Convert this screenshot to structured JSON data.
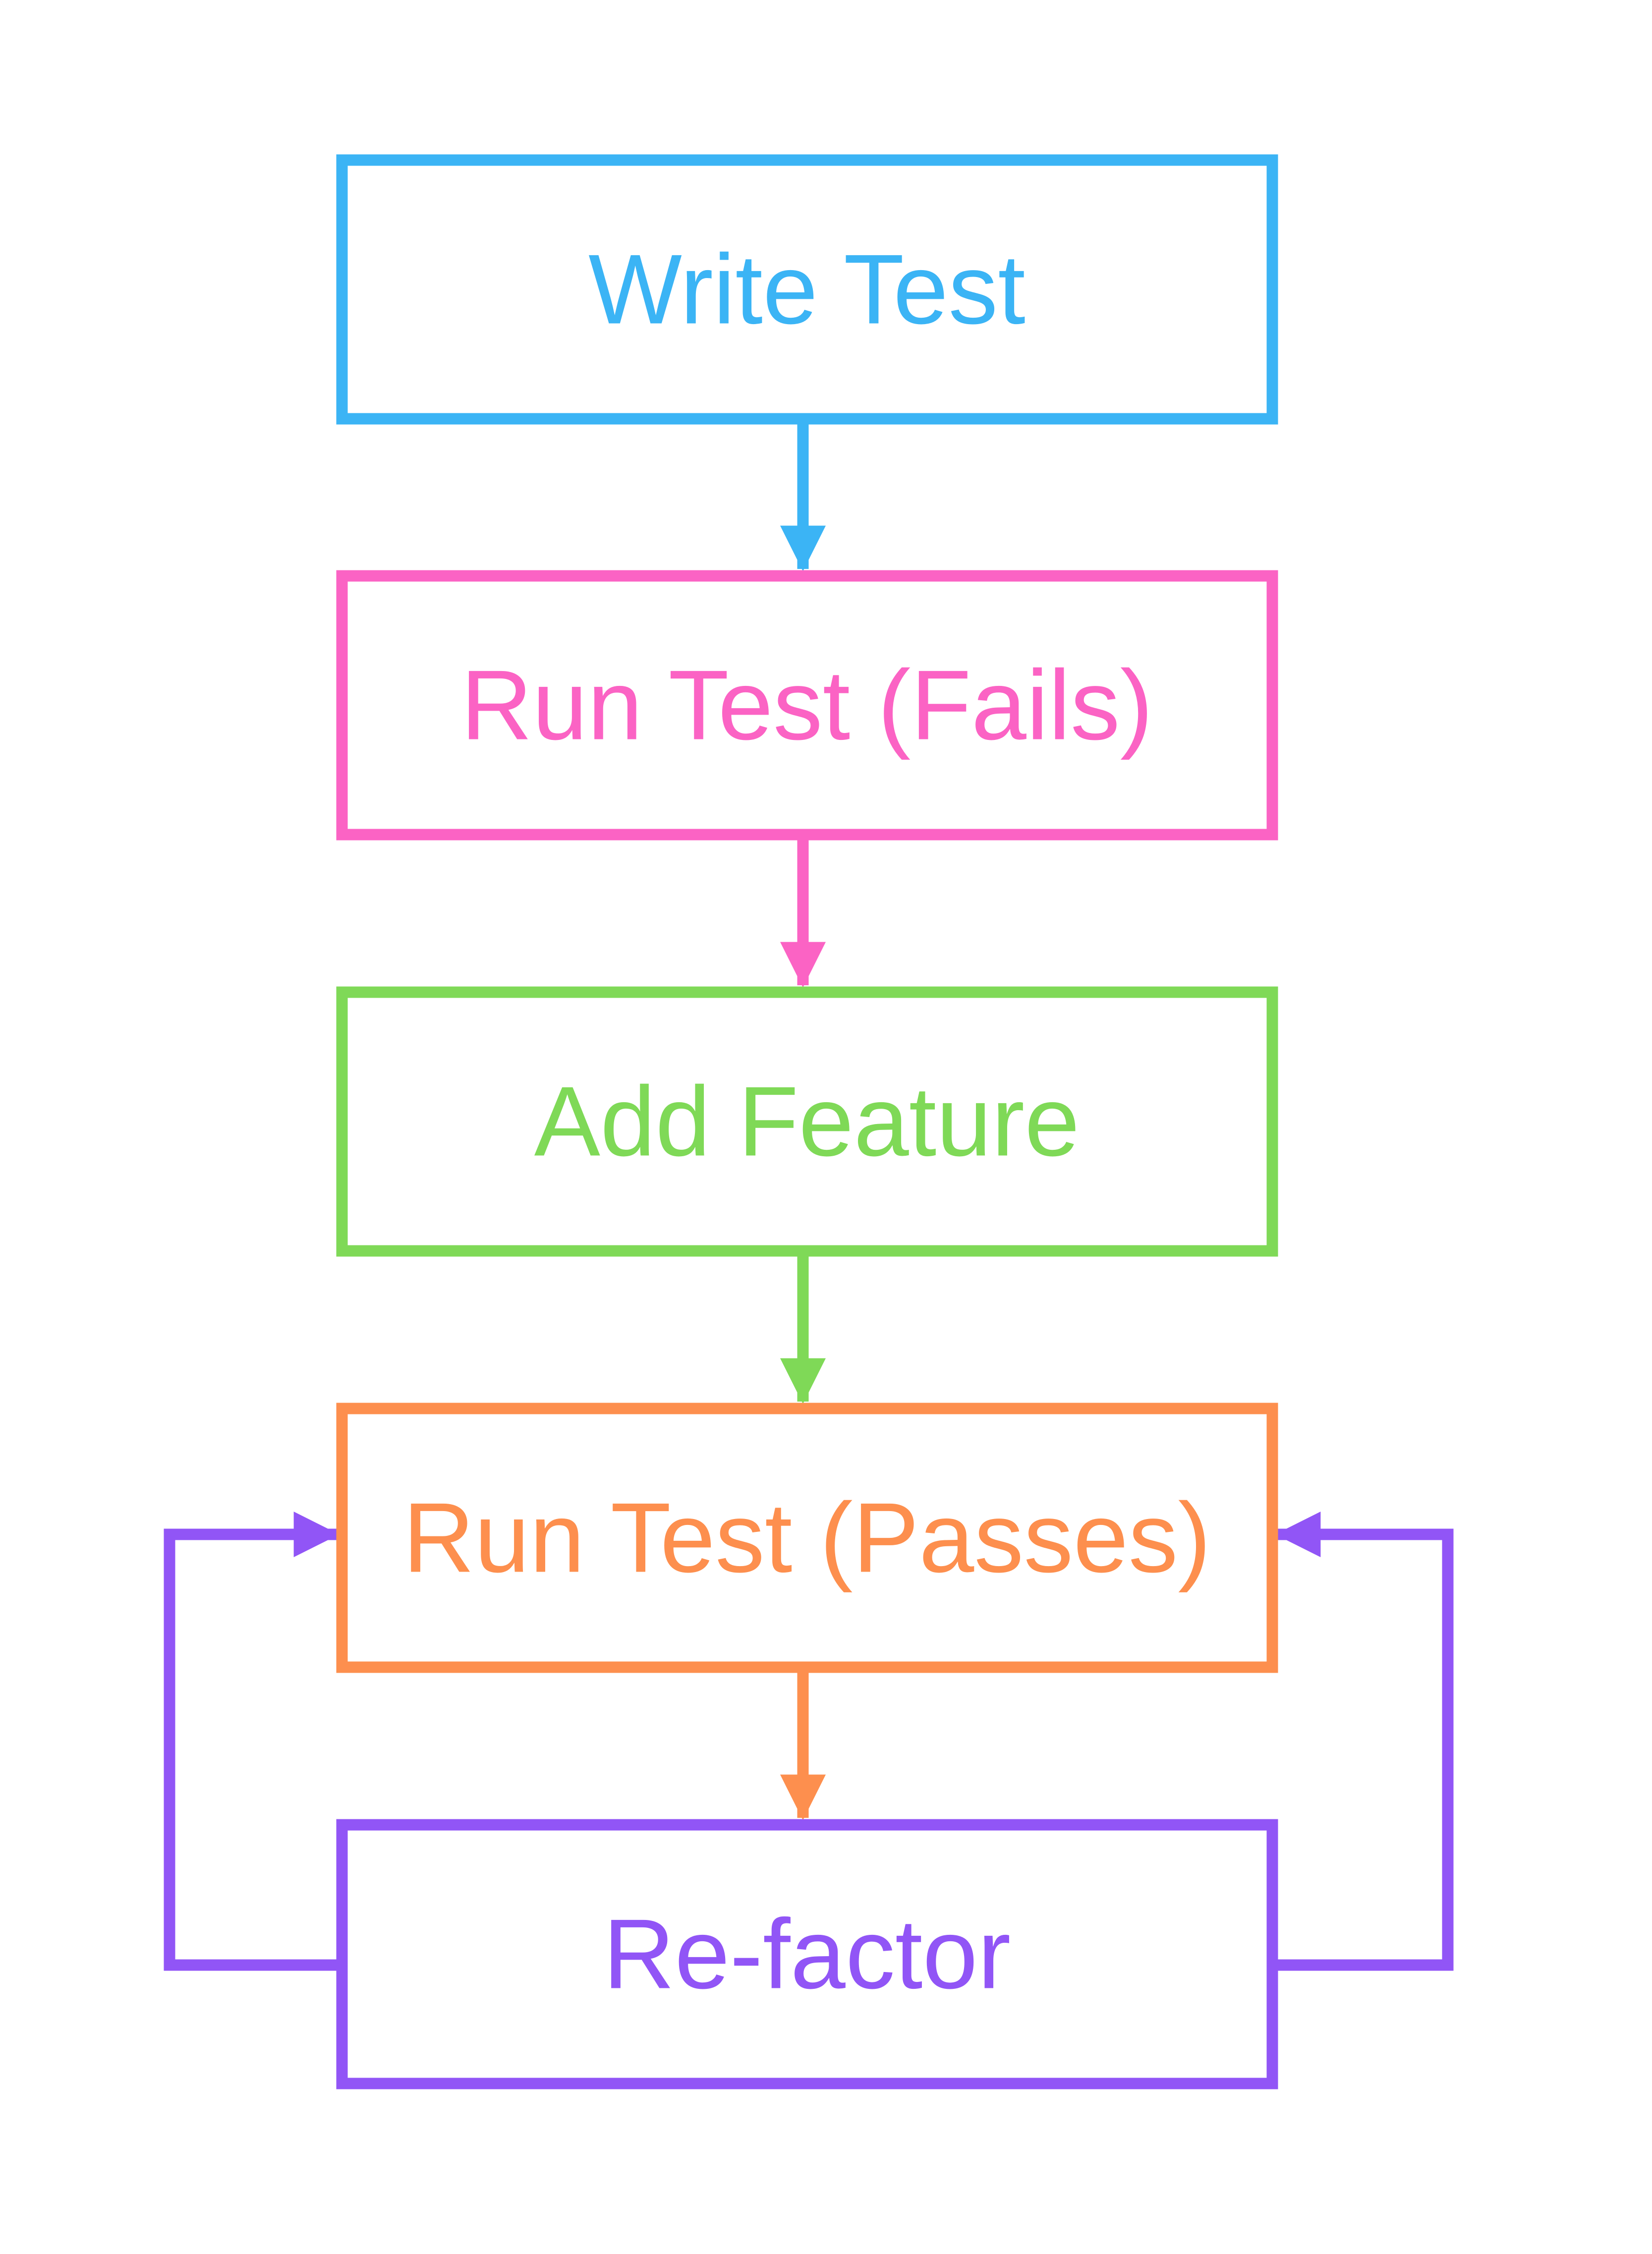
{
  "nodes": [
    {
      "id": "write-test",
      "label": "Write Test",
      "color": "#3bb4f5"
    },
    {
      "id": "run-test-fails",
      "label": "Run Test (Fails)",
      "color": "#fb63c4"
    },
    {
      "id": "add-feature",
      "label": "Add Feature",
      "color": "#7fd957"
    },
    {
      "id": "run-test-passes",
      "label": "Run Test (Passes)",
      "color": "#fd8f4e"
    },
    {
      "id": "refactor",
      "label": "Re-factor",
      "color": "#9155f6"
    }
  ],
  "edges": [
    {
      "from": "write-test",
      "to": "run-test-fails",
      "color": "#3bb4f5"
    },
    {
      "from": "run-test-fails",
      "to": "add-feature",
      "color": "#fb63c4"
    },
    {
      "from": "add-feature",
      "to": "run-test-passes",
      "color": "#7fd957"
    },
    {
      "from": "run-test-passes",
      "to": "refactor",
      "color": "#fd8f4e"
    },
    {
      "from": "refactor",
      "to": "run-test-passes",
      "color": "#9155f6",
      "route": "left-loop"
    },
    {
      "from": "refactor",
      "to": "run-test-passes",
      "color": "#9155f6",
      "route": "right-loop"
    }
  ]
}
